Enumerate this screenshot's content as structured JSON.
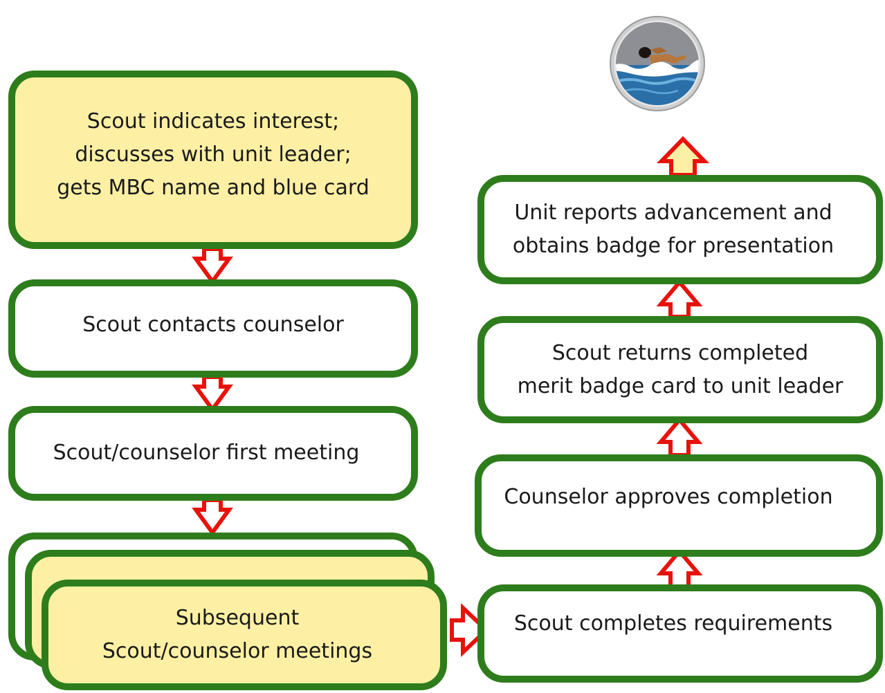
{
  "colors": {
    "box_border": "#2e7d1c",
    "highlight_fill": "#fdf0a4",
    "arrow": "#e8120c"
  },
  "badge": {
    "icon": "swimming-merit-badge-icon"
  },
  "steps": {
    "interest": [
      "Scout indicates interest;",
      "discusses with unit leader;",
      "gets MBC name and blue card"
    ],
    "contact": [
      "Scout contacts counselor"
    ],
    "first_meeting": [
      "Scout/counselor first meeting"
    ],
    "subsequent": [
      "Subsequent",
      "Scout/counselor meetings"
    ],
    "completes": [
      "Scout completes requirements"
    ],
    "approves": [
      "Counselor approves completion"
    ],
    "returns": [
      "Scout returns completed",
      "merit badge card to unit leader"
    ],
    "reports": [
      "Unit reports advancement and",
      "obtains badge for presentation"
    ]
  }
}
